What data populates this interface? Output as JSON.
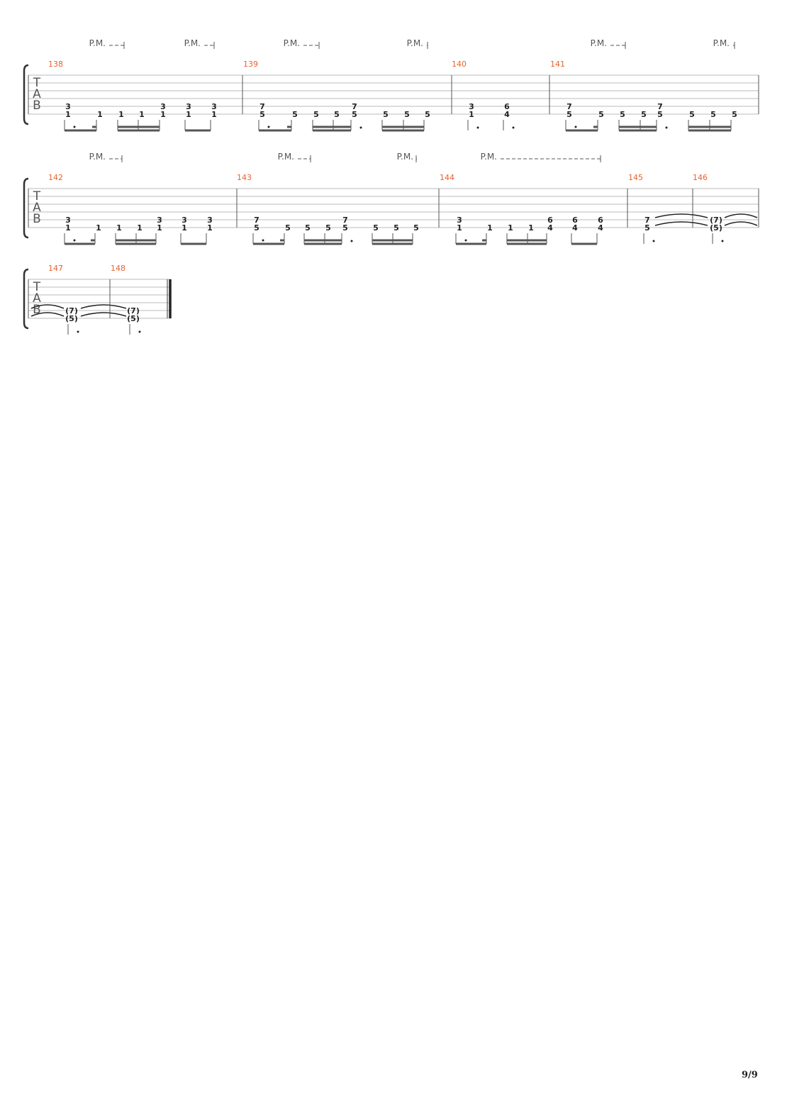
{
  "document": {
    "page_number": "9/9",
    "palm_mute_label": "P.M.",
    "tab_clef": [
      "T",
      "A",
      "B"
    ],
    "systems": [
      {
        "measures": [
          {
            "number": "138",
            "palm_mute": [
              [
                0,
                2
              ],
              [
                4,
                6
              ]
            ],
            "notes": [
              [
                "3",
                "1"
              ],
              [
                "",
                "1"
              ],
              [
                "",
                "1"
              ],
              [
                "",
                "1"
              ],
              [
                "3",
                "1"
              ],
              [
                "3",
                "1"
              ],
              [
                "3",
                "1"
              ]
            ],
            "rhythm": "eighth-dot-sixteenth, sixteenths, eighths"
          },
          {
            "number": "139",
            "palm_mute": [
              [
                0,
                2
              ],
              [
                5,
                7
              ]
            ],
            "notes": [
              [
                "7",
                "5"
              ],
              [
                "",
                "5"
              ],
              [
                "",
                "5"
              ],
              [
                "",
                "5"
              ],
              [
                "7",
                "5"
              ],
              [
                "",
                "5"
              ],
              [
                "",
                "5"
              ],
              [
                "",
                "5"
              ]
            ]
          },
          {
            "number": "140",
            "palm_mute": [],
            "notes": [
              [
                "3",
                "1"
              ],
              [
                "6",
                "4"
              ]
            ]
          },
          {
            "number": "141",
            "palm_mute": [
              [
                0,
                2
              ],
              [
                5,
                7
              ]
            ],
            "notes": [
              [
                "7",
                "5"
              ],
              [
                "",
                "5"
              ],
              [
                "",
                "5"
              ],
              [
                "",
                "5"
              ],
              [
                "7",
                "5"
              ],
              [
                "",
                "5"
              ],
              [
                "",
                "5"
              ],
              [
                "",
                "5"
              ]
            ]
          }
        ]
      },
      {
        "measures": [
          {
            "number": "142",
            "palm_mute": [
              [
                0,
                2
              ]
            ],
            "notes": [
              [
                "3",
                "1"
              ],
              [
                "",
                "1"
              ],
              [
                "",
                "1"
              ],
              [
                "",
                "1"
              ],
              [
                "3",
                "1"
              ],
              [
                "3",
                "1"
              ],
              [
                "3",
                "1"
              ]
            ]
          },
          {
            "number": "143",
            "palm_mute": [
              [
                0,
                2
              ],
              [
                5,
                7
              ]
            ],
            "notes": [
              [
                "7",
                "5"
              ],
              [
                "",
                "5"
              ],
              [
                "",
                "5"
              ],
              [
                "",
                "5"
              ],
              [
                "7",
                "5"
              ],
              [
                "",
                "5"
              ],
              [
                "",
                "5"
              ],
              [
                "",
                "5"
              ]
            ]
          },
          {
            "number": "144",
            "palm_mute": [
              [
                0,
                6
              ]
            ],
            "notes": [
              [
                "3",
                "1"
              ],
              [
                "",
                "1"
              ],
              [
                "",
                "1"
              ],
              [
                "",
                "1"
              ],
              [
                "6",
                "4"
              ],
              [
                "6",
                "4"
              ],
              [
                "6",
                "4"
              ]
            ]
          },
          {
            "number": "145",
            "palm_mute": [],
            "notes": [
              [
                "7",
                "5"
              ]
            ]
          },
          {
            "number": "146",
            "palm_mute": [],
            "notes": [
              [
                "(7)",
                "(5)"
              ]
            ]
          }
        ]
      },
      {
        "measures": [
          {
            "number": "147",
            "palm_mute": [],
            "notes": [
              [
                "(7)",
                "(5)"
              ]
            ]
          },
          {
            "number": "148",
            "palm_mute": [],
            "notes": [
              [
                "(7)",
                "(5)"
              ]
            ]
          }
        ]
      }
    ]
  },
  "colors": {
    "measure_number": "#e8622c",
    "notes": "#222222",
    "staff_lines": "#bbbbbb",
    "beams": "#555555"
  }
}
